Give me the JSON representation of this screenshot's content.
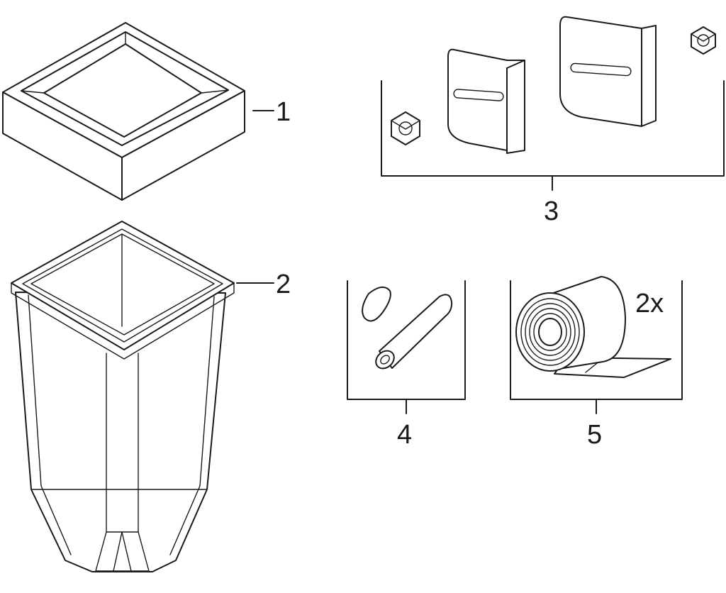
{
  "callouts": {
    "item1": "1",
    "item2": "2",
    "item3": "3",
    "item4": "4",
    "item5": "5"
  },
  "tape_quantity": "2x"
}
